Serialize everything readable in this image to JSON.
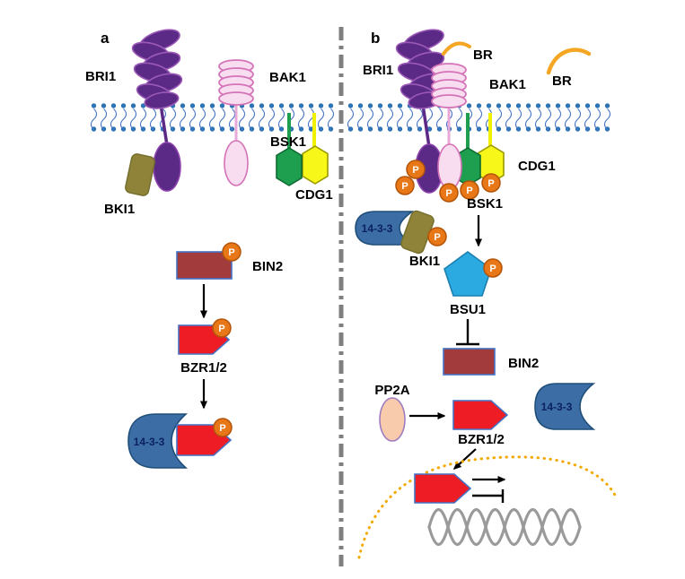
{
  "p_label": "P",
  "panel_a": {
    "panel_letter": "a",
    "bri1_label": "BRI1",
    "bak1_label": "BAK1",
    "bsk1_label": "BSK1",
    "cdg1_label": "CDG1",
    "bki1_label": "BKI1",
    "bin2_label": "BIN2",
    "bzr_label": "BZR1/2",
    "fourteen_three_three_label": "14-3-3"
  },
  "panel_b": {
    "panel_letter": "b",
    "bri1_label": "BRI1",
    "br_bound_label": "BR",
    "bak1_label": "BAK1",
    "br_free_label": "BR",
    "cdg1_label": "CDG1",
    "bsk1_label": "BSK1",
    "fourteen_three_three_left_label": "14-3-3",
    "bki1_label": "BKI1",
    "bsu1_label": "BSU1",
    "bin2_label": "BIN2",
    "pp2a_label": "PP2A",
    "bzr_label": "BZR1/2",
    "fourteen_three_three_right_label": "14-3-3"
  },
  "colors": {
    "receptor_purple": "#5B2A86",
    "receptor_purple_outline": "#9B59B6",
    "bak1_pink": "#F8DCEF",
    "bak1_pink_outline": "#D473B8",
    "membrane_dot_blue": "#2E74B5",
    "membrane_squiggle_blue": "#4472C4",
    "bsk1_green": "#1E9E4F",
    "cdg1_yellow": "#F7F719",
    "phospho_orange": "#E87817",
    "bin2_maroon": "#A23B3B",
    "bzr_red": "#EE1C25",
    "shape_outline_blue": "#4472C4",
    "fourteen33_blue": "#3C6EA5",
    "fourteen33_text_navy": "#0B2161",
    "bsu1_cyan": "#2BAAE2",
    "pp2a_peach": "#F8CBAD",
    "bki1_olive": "#8F8339",
    "br_orange": "#F5A623",
    "nucleus_dotted_orange": "#F2A900",
    "dna_gray": "#9A9A9A",
    "divider_gray": "#7F7F7F"
  }
}
